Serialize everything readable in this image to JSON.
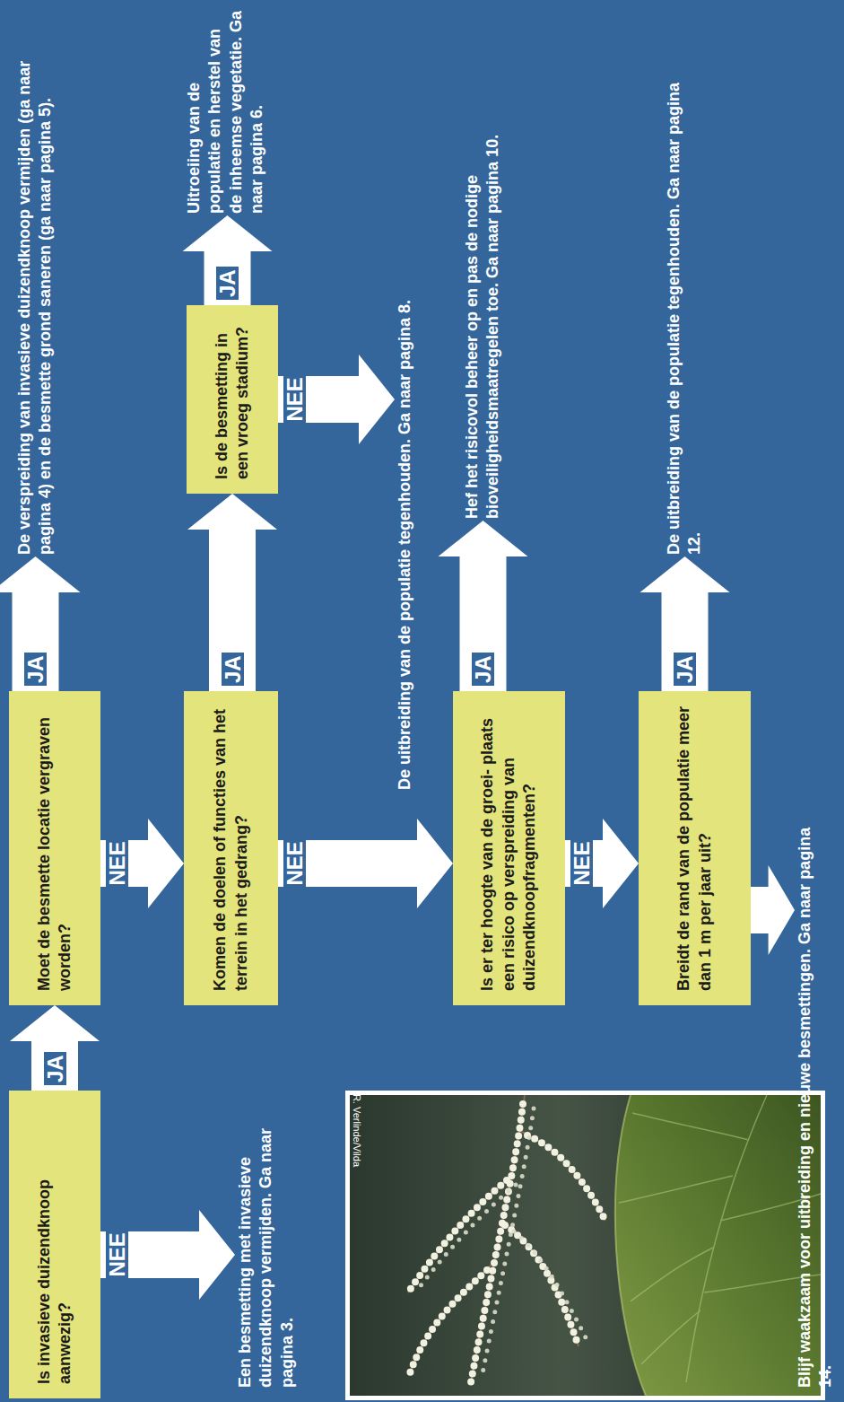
{
  "diagram": {
    "nodes": [
      {
        "text": [
          "Is invasieve duizendknoop aanwezig?"
        ]
      },
      {
        "text": [
          "Moet de besmette locatie vergraven worden?"
        ]
      },
      {
        "text": [
          "De verspreiding van invasieve duizendknoop vermijden (ga naar pagina 4) en de besmette grond saneren (ga naar pagina 5)."
        ]
      },
      {
        "text": [
          "Een besmetting met invasieve duizendknoop vermijden. Ga naar pagina 3."
        ]
      },
      {
        "text": [
          "Komen de doelen of functies van het terrein in het gedrang?"
        ]
      },
      {
        "text": [
          "Is de besmetting in een vroeg stadium?"
        ]
      },
      {
        "text": [
          "Uitroeiing van de populatie en herstel van de inheemse vegetatie. Ga naar pagina 6."
        ]
      },
      {
        "text": [
          "De uitbreiding van de populatie tegenhouden. Ga naar pagina 8."
        ]
      },
      {
        "text": [
          "Is er ter hoogte van de groei- plaats een risico op verspreiding van duizendknoopfragmenten?"
        ]
      },
      {
        "text": [
          "Hef het risicovol beheer op en pas de nodige bioveiligheidsmaatregelen toe. Ga naar pagina 10."
        ]
      },
      {
        "text": [
          "Breidt de rand van de populatie meer dan 1 m per jaar uit?"
        ]
      },
      {
        "text": [
          "De uitbreiding van de populatie tegenhouden. Ga naar pagina 12."
        ]
      },
      {
        "text": [
          "Blijf waakzaam voor uitbreiding en nieuwe besmettingen. Ga naar pagina 14."
        ]
      }
    ],
    "edges": [
      {
        "from": 0,
        "to": 1,
        "label": "JA",
        "arrow": "to"
      },
      {
        "from": 0,
        "to": 3,
        "label": "NEE",
        "arrow": "to"
      },
      {
        "from": 1,
        "to": 2,
        "label": "JA",
        "arrow": "to"
      },
      {
        "from": 1,
        "to": 4,
        "label": "NEE",
        "arrow": "to"
      },
      {
        "from": 4,
        "to": 5,
        "label": "JA",
        "arrow": "to"
      },
      {
        "from": 5,
        "to": 6,
        "label": "JA",
        "arrow": "to"
      },
      {
        "from": 5,
        "to": 7,
        "label": "NEE",
        "arrow": "to"
      },
      {
        "from": 4,
        "to": 8,
        "label": "NEE",
        "arrow": "to"
      },
      {
        "from": 8,
        "to": 9,
        "label": "JA",
        "arrow": "to"
      },
      {
        "from": 8,
        "to": 10,
        "label": "NEE",
        "arrow": "to"
      },
      {
        "from": 10,
        "to": 11,
        "label": "JA",
        "arrow": "to"
      },
      {
        "from": 10,
        "to": 12,
        "arrow": "to"
      }
    ],
    "labels": [
      "R. Verlinde/Vilda"
    ]
  }
}
